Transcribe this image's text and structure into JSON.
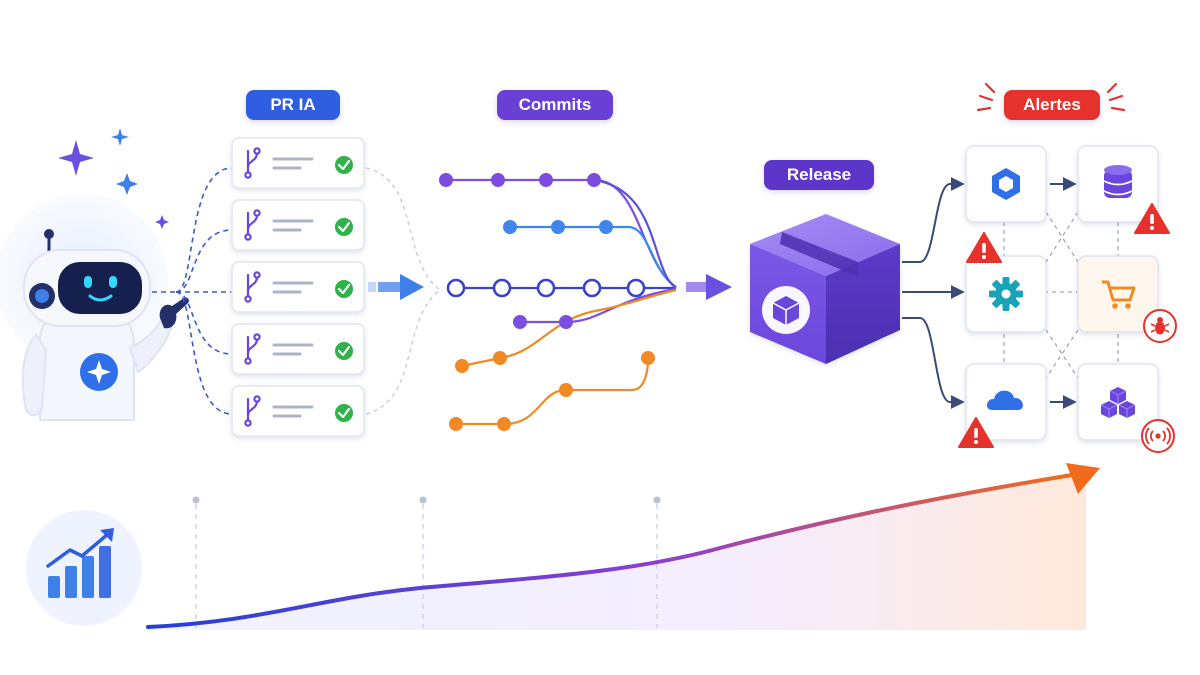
{
  "labels": {
    "pr": "PR IA",
    "commits": "Commits",
    "release": "Release",
    "alerts": "Alertes"
  },
  "colors": {
    "pr_blue": "#2f5fe0",
    "commits_purple": "#6a3fd6",
    "release_purple": "#5b36c9",
    "alerts_red": "#e5322d",
    "check_green": "#2fb24a",
    "commit_purple": "#7b4ee0",
    "commit_blue": "#3f86ea",
    "commit_navy": "#3b44c8",
    "commit_orange": "#f08a24",
    "trend_start": "#2340d8",
    "trend_end": "#f26b1d"
  },
  "icons": {
    "assistant": "robot-assistant",
    "pull_request": "git-branch-icon",
    "approved": "check-circle-icon",
    "package": "package-box-icon",
    "service_a": "hexagon-icon",
    "service_b": "database-icon",
    "service_c": "gear-icon",
    "service_d": "cart-icon",
    "service_e": "cloud-icon",
    "service_f": "cubes-icon",
    "warning": "warning-triangle-icon",
    "bug": "bug-icon",
    "signal": "signal-icon",
    "growth": "growth-chart-icon"
  },
  "pull_request_count": 5,
  "service_count": 6
}
